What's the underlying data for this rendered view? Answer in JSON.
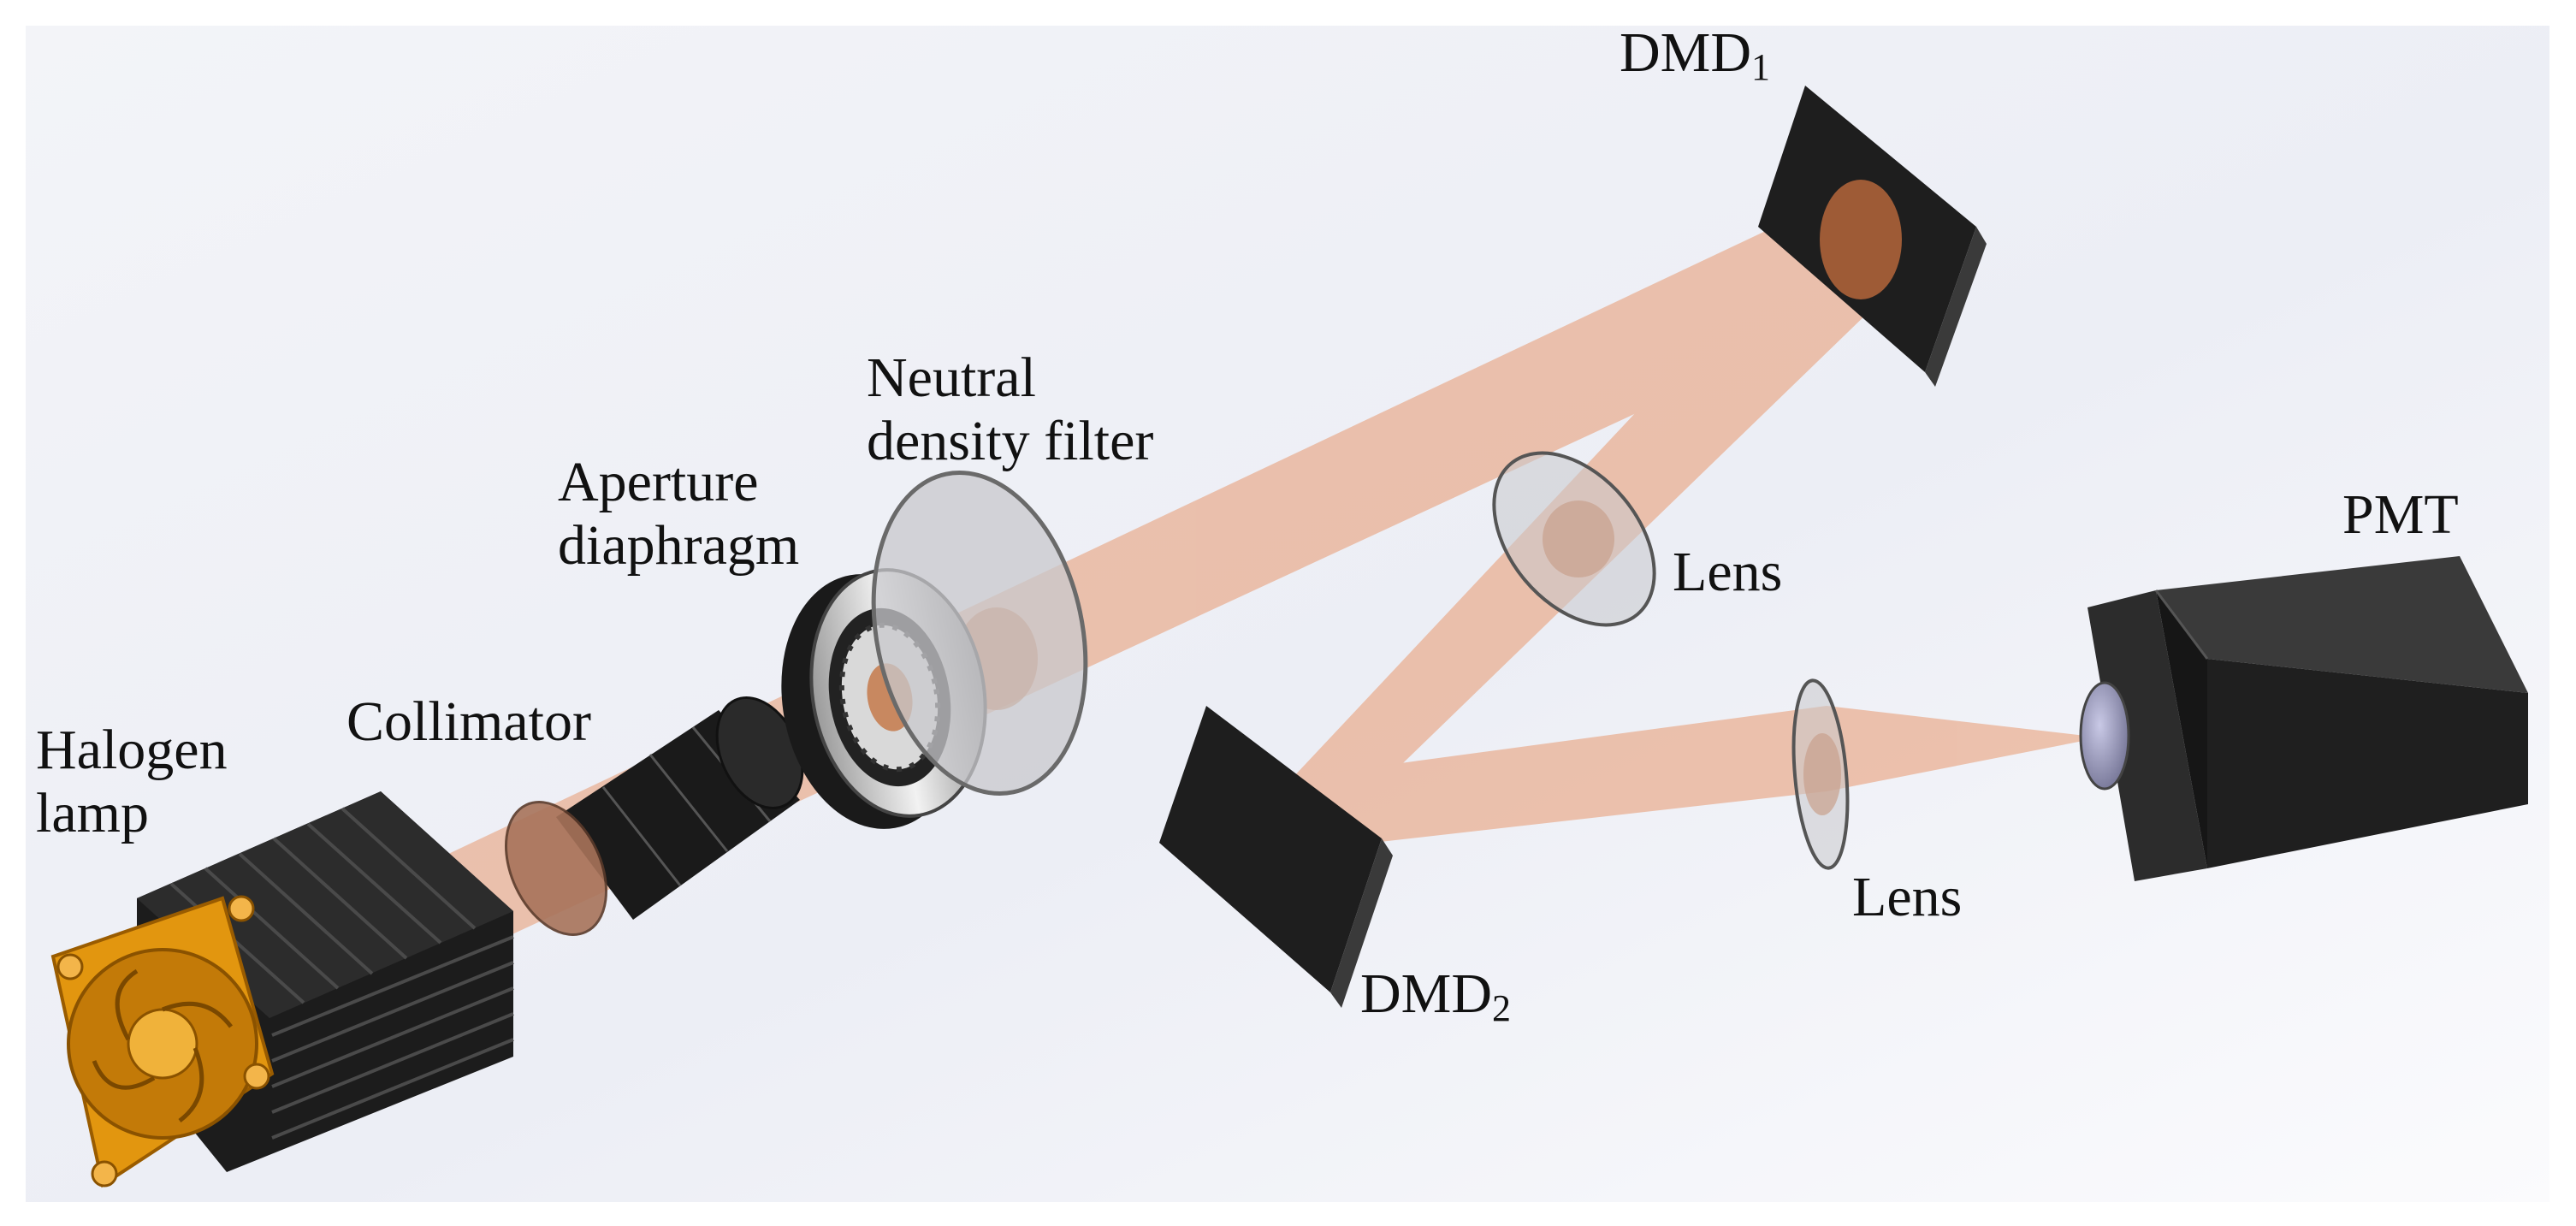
{
  "labels": {
    "halogen_lamp_line1": "Halogen",
    "halogen_lamp_line2": "lamp",
    "collimator": "Collimator",
    "aperture_line1": "Aperture",
    "aperture_line2": "diaphragm",
    "nd_filter_line1": "Neutral",
    "nd_filter_line2": "density filter",
    "dmd1_base": "DMD",
    "dmd1_sub": "1",
    "dmd2_base": "DMD",
    "dmd2_sub": "2",
    "lens_upper": "Lens",
    "lens_lower": "Lens",
    "pmt": "PMT"
  },
  "colors": {
    "beam": "#e9a37f",
    "beam_core": "#c9703f",
    "dark_component": "#1e1e1e",
    "lamp_fan": "#e2960f",
    "filter_glass": "#c8c8cc",
    "background_top": "#eef0f6",
    "background_bottom": "#ffffff"
  }
}
